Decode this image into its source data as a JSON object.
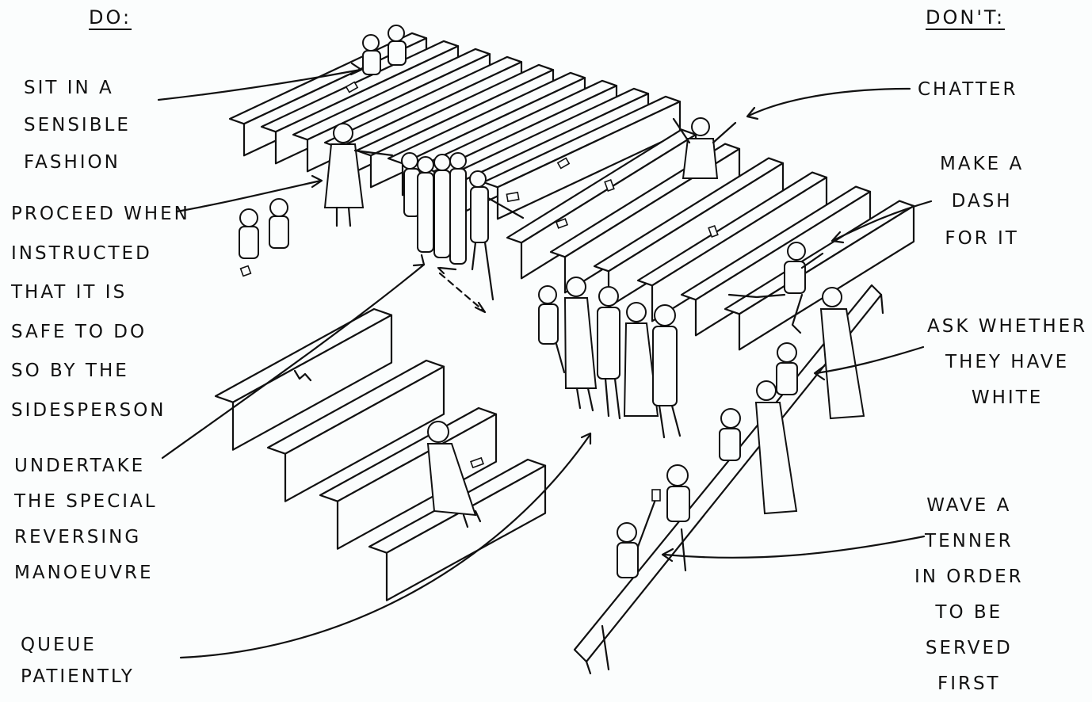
{
  "do_column": {
    "heading": "DO:",
    "items": [
      "SIT IN A\nSENSIBLE\nFASHION",
      "PROCEED WHEN\nINSTRUCTED\nTHAT IT IS\nSAFE TO DO\nSO BY THE\nSIDESPERSON",
      "UNDERTAKE\nTHE SPECIAL\nREVERSING\nMANOEUVRE",
      "QUEUE\nPATIENTLY"
    ]
  },
  "dont_column": {
    "heading": "DON'T:",
    "items": [
      "CHATTER",
      "MAKE A\nDASH\nFOR IT",
      "ASK WHETHER\nTHEY HAVE\nWHITE",
      "WAVE A\nTENNER\nIN ORDER\nTO BE\nSERVED\nFIRST"
    ]
  },
  "illustration": {
    "icon": "church-pews-communion-queue-illustration"
  }
}
